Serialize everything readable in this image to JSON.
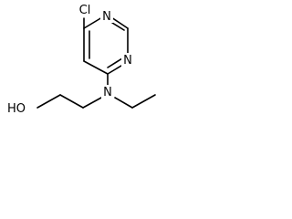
{
  "molecule": {
    "atoms": {
      "chlorine": "Cl",
      "nitrogen_ring_top": "N",
      "nitrogen_ring_right": "N",
      "nitrogen_amine": "N",
      "hydroxyl": "HO"
    },
    "colors": {
      "bond": "#000000",
      "label": "#000000",
      "background": "#ffffff"
    }
  }
}
